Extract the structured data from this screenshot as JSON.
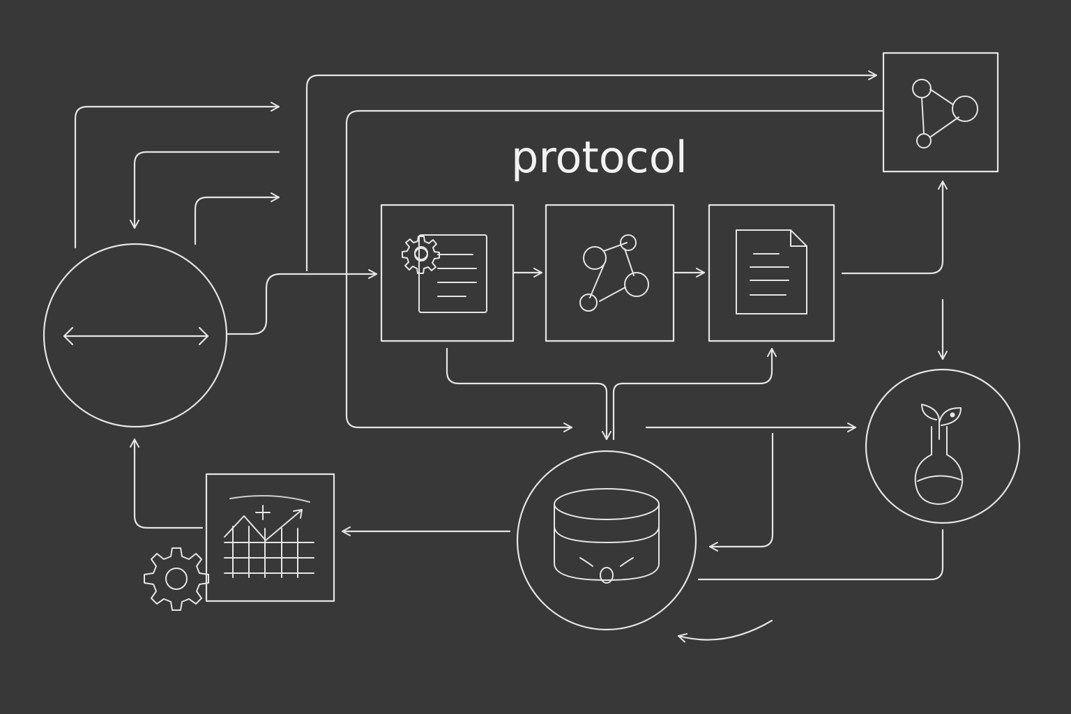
{
  "diagram": {
    "title": "protocol",
    "nodes": [
      {
        "id": "exchange",
        "shape": "circle",
        "icon": "double-arrow-icon"
      },
      {
        "id": "configure-document",
        "shape": "box",
        "icon": "gear-document-icon"
      },
      {
        "id": "network",
        "shape": "box",
        "icon": "network-graph-icon"
      },
      {
        "id": "document",
        "shape": "box",
        "icon": "document-icon"
      },
      {
        "id": "graph-output",
        "shape": "box",
        "icon": "triangle-graph-icon"
      },
      {
        "id": "database",
        "shape": "circle",
        "icon": "database-icon"
      },
      {
        "id": "growth-experiment",
        "shape": "circle",
        "icon": "sprout-flask-icon"
      },
      {
        "id": "analytics",
        "shape": "box",
        "icon": "chart-icon"
      },
      {
        "id": "settings",
        "shape": "free",
        "icon": "gear-icon"
      }
    ],
    "colors": {
      "background": "#383838",
      "stroke": "#e6e6e6"
    }
  }
}
